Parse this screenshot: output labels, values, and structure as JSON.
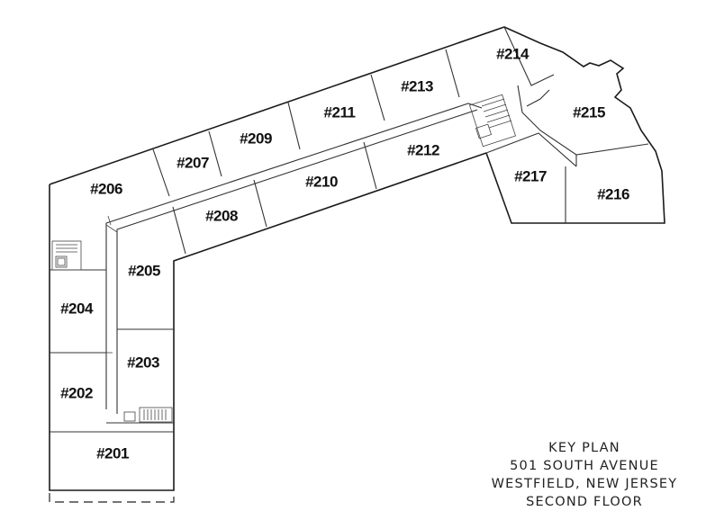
{
  "rooms": [
    {
      "id": "201",
      "label": "#201"
    },
    {
      "id": "202",
      "label": "#202"
    },
    {
      "id": "203",
      "label": "#203"
    },
    {
      "id": "204",
      "label": "#204"
    },
    {
      "id": "205",
      "label": "#205"
    },
    {
      "id": "206",
      "label": "#206"
    },
    {
      "id": "207",
      "label": "#207"
    },
    {
      "id": "208",
      "label": "#208"
    },
    {
      "id": "209",
      "label": "#209"
    },
    {
      "id": "210",
      "label": "#210"
    },
    {
      "id": "211",
      "label": "#211"
    },
    {
      "id": "212",
      "label": "#212"
    },
    {
      "id": "213",
      "label": "#213"
    },
    {
      "id": "214",
      "label": "#214"
    },
    {
      "id": "215",
      "label": "#215"
    },
    {
      "id": "216",
      "label": "#216"
    },
    {
      "id": "217",
      "label": "#217"
    }
  ],
  "title_block": {
    "line1": "KEY PLAN",
    "line2": "501 SOUTH AVENUE",
    "line3": "WESTFIELD, NEW JERSEY",
    "line4": "SECOND FLOOR"
  }
}
